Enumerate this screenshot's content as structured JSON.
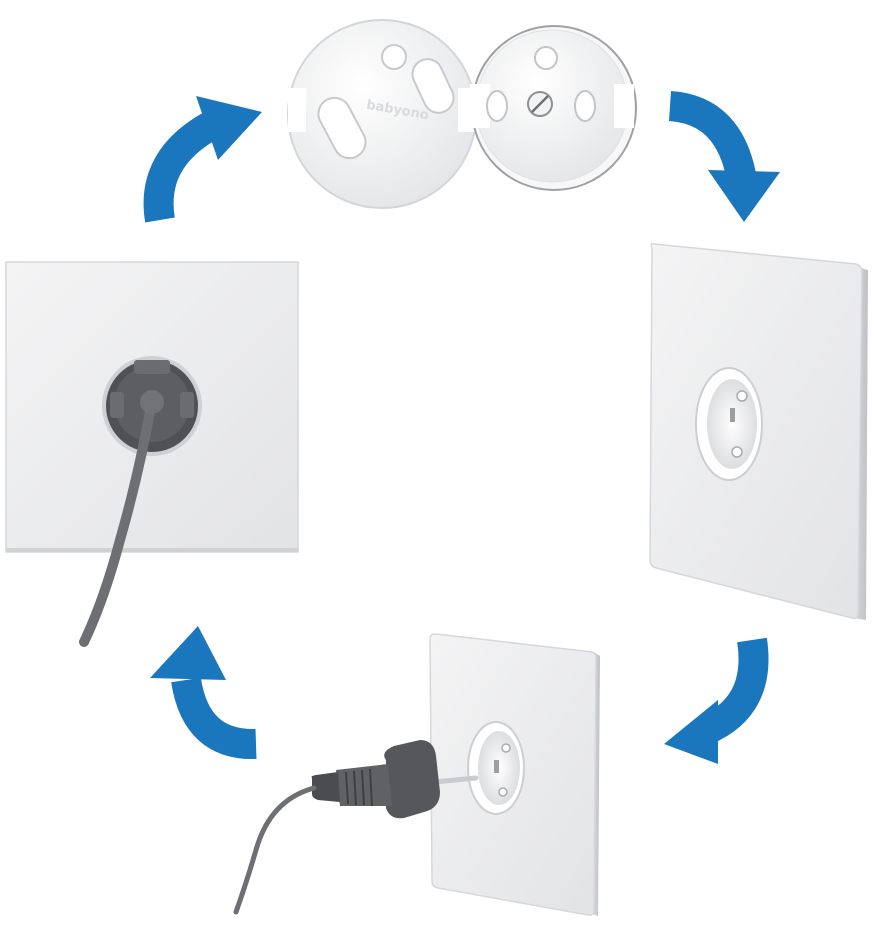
{
  "brand_text": "babyono",
  "colors": {
    "arrow": "#1a76bd",
    "plate": "#ececee",
    "plate_edge": "#cfd1d4",
    "disc": "#f2f2f3",
    "plug": "#55575a",
    "cable": "#6d6f72"
  },
  "steps": [
    {
      "icon": "socket-cover-discs-icon"
    },
    {
      "icon": "covered-socket-icon"
    },
    {
      "icon": "inserting-plug-icon"
    },
    {
      "icon": "plugged-socket-icon"
    }
  ],
  "arrows": [
    {
      "icon": "curved-arrow-icon",
      "direction": "clockwise"
    },
    {
      "icon": "curved-arrow-icon",
      "direction": "clockwise"
    },
    {
      "icon": "curved-arrow-icon",
      "direction": "clockwise"
    },
    {
      "icon": "curved-arrow-icon",
      "direction": "clockwise"
    }
  ]
}
